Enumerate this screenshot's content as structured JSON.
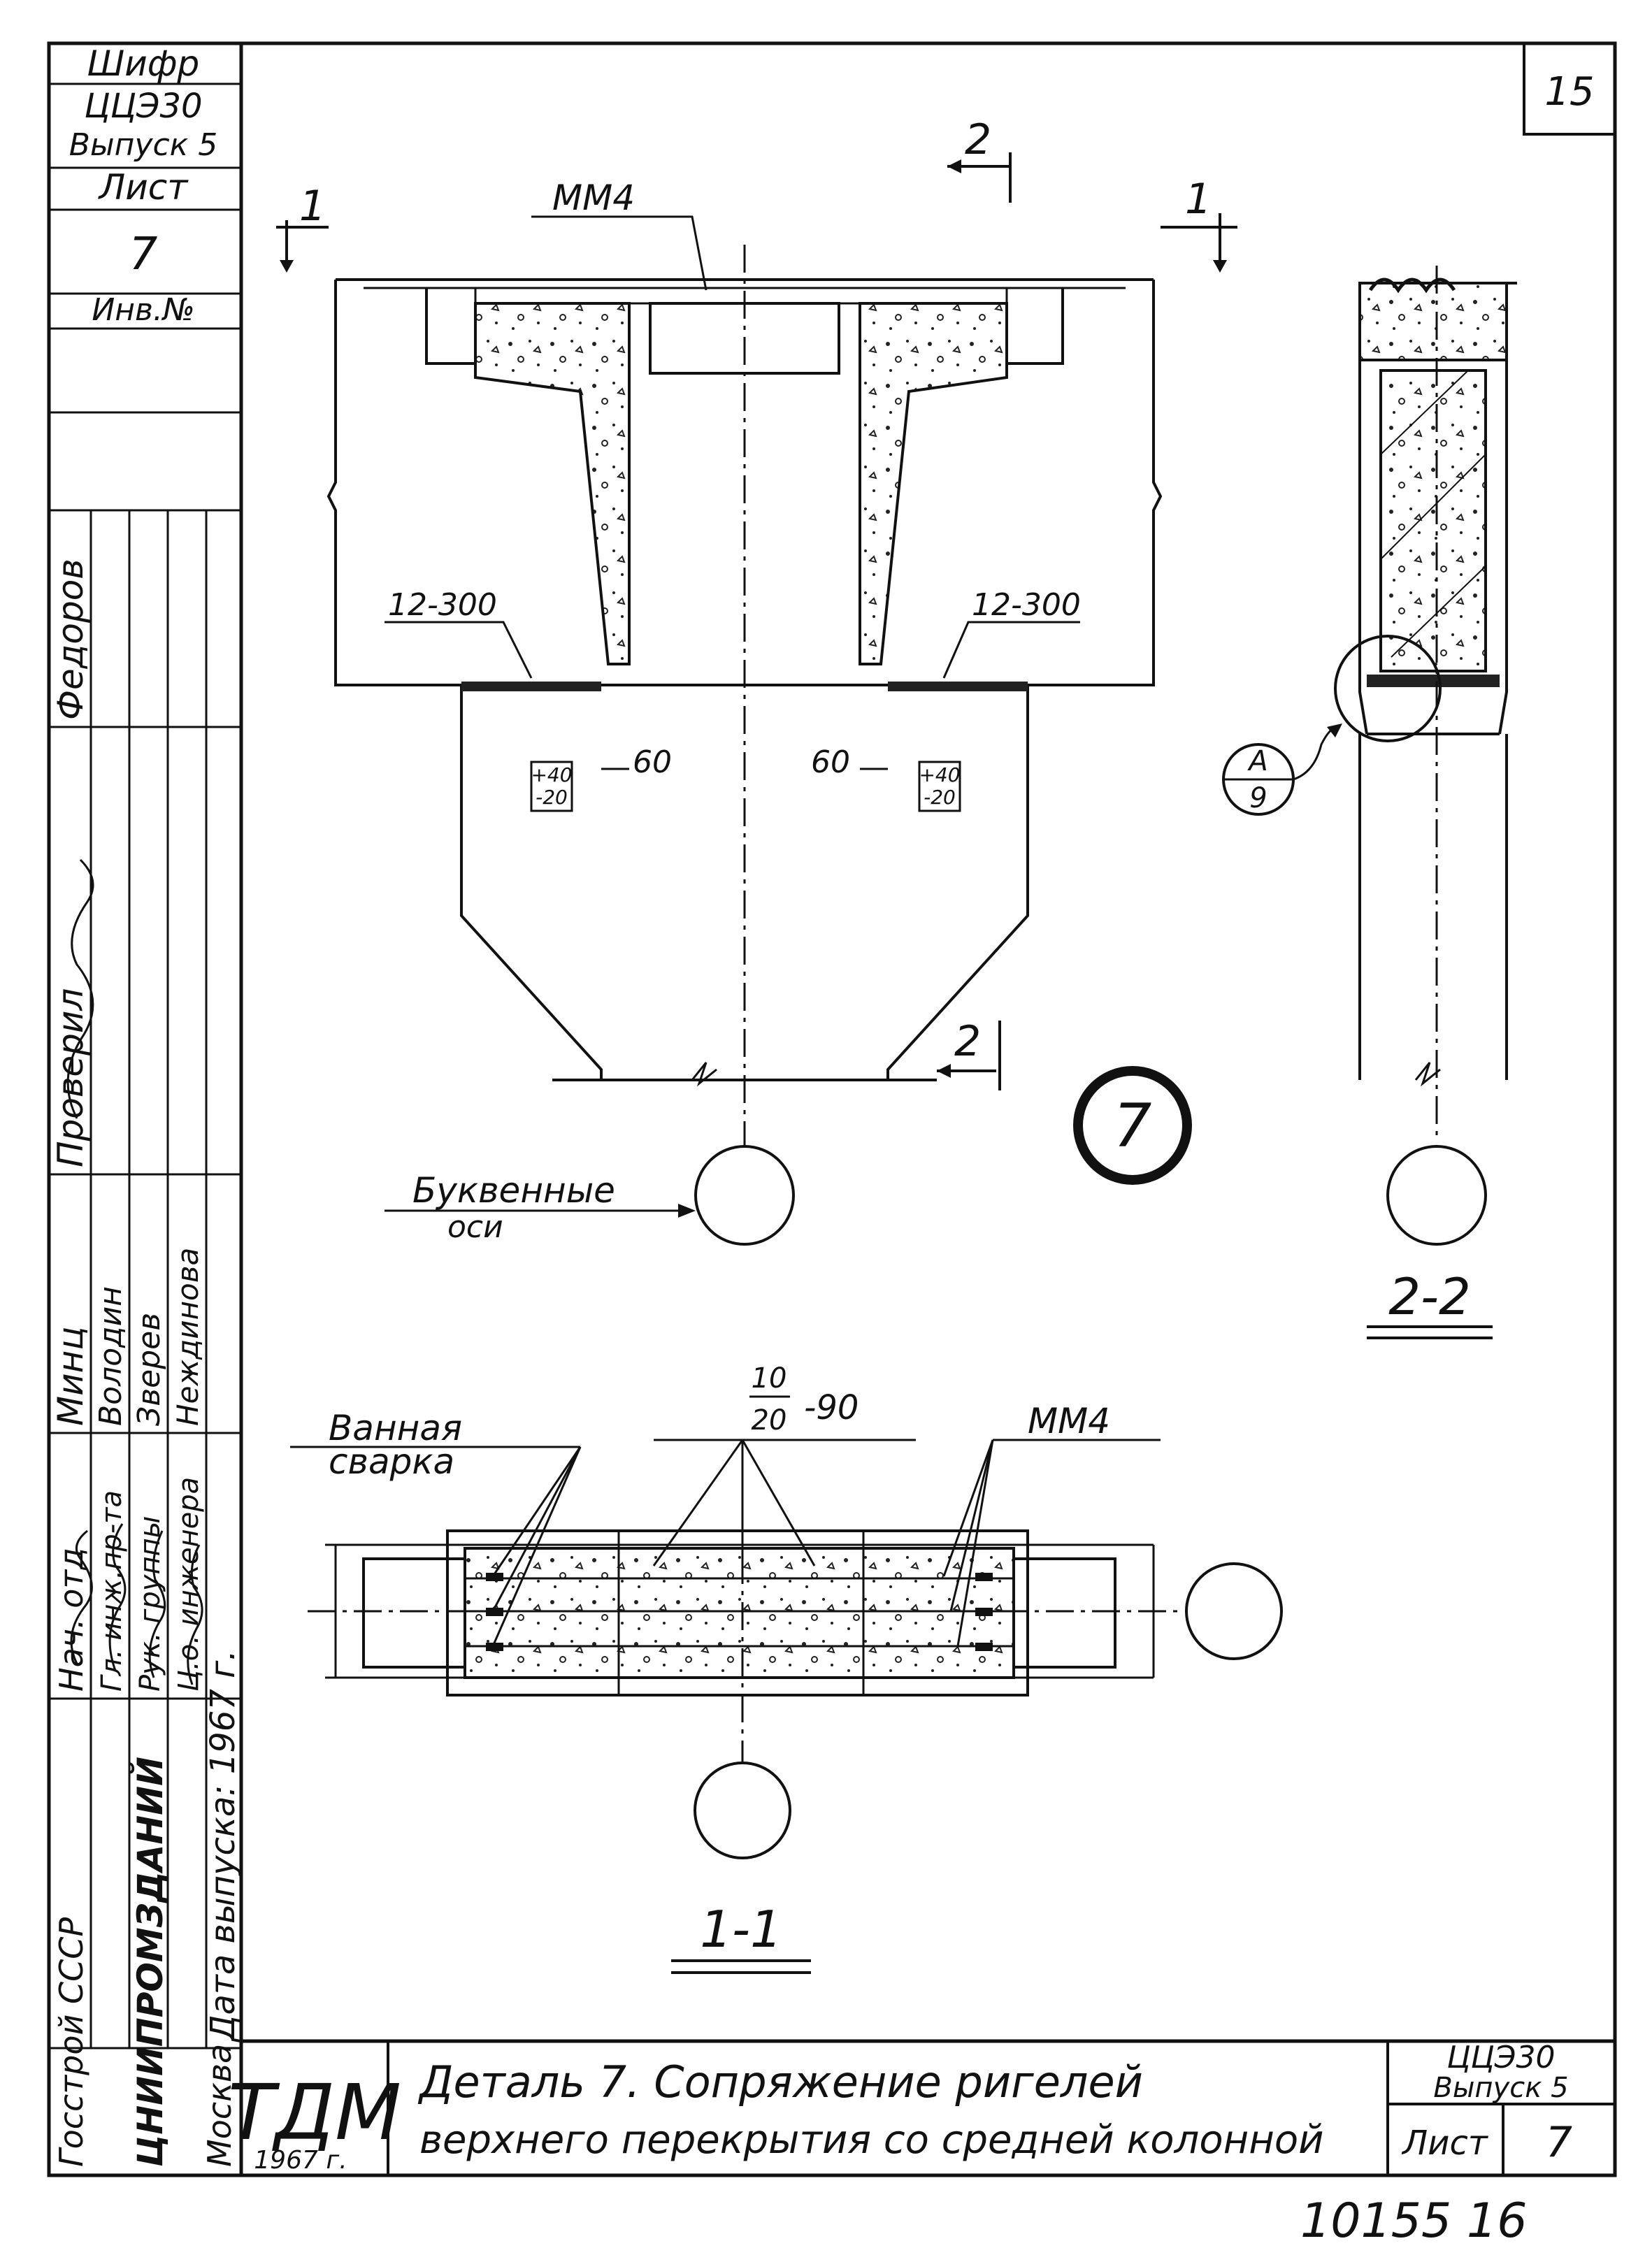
{
  "sheet_number_corner": "15",
  "stamp": {
    "cipher_label": "Шифр",
    "cipher_value": "ЦЦЭ30",
    "issue": "Выпуск 5",
    "sheet_label": "Лист",
    "sheet_value": "7",
    "inventory_label": "Инв.№"
  },
  "signatures": {
    "columns": [
      {
        "role": "Нач. отд",
        "surname": "Минц"
      },
      {
        "role": "Гл. инж.пр-та",
        "surname": "Володин"
      },
      {
        "role": "Рук. группы",
        "surname": "Зверев"
      },
      {
        "role": "Ц.о. инженера",
        "surname": "Неждинова"
      }
    ],
    "checked_label": "Проверил",
    "checked_name": "Федоров",
    "release_date": "Дата выпуска: 1967 г."
  },
  "organization": {
    "ministry": "Госстрой СССР",
    "institute": "ЦНИИПРОМЗДАНИЙ",
    "city": "Москва"
  },
  "title_block": {
    "logo": "ТДМ",
    "logo_year": "1967 г.",
    "title_line1": "Деталь 7.  Сопряжение  ригелей",
    "title_line2": "верхнего  перекрытия со средней колонной",
    "cipher": "ЦЦЭ30",
    "issue": "Выпуск 5",
    "sheet_label": "Лист",
    "sheet_value": "7"
  },
  "drawing": {
    "embedded_part": "ММ4",
    "weld_label_left": "12-300",
    "weld_label_right": "12-300",
    "dim_60_left": "60",
    "dim_60_right": "60",
    "tolerance_plus": "+40",
    "tolerance_minus": "-20",
    "section_1": "1",
    "section_2": "2",
    "detail_number": "7",
    "axis_label_line1": "Буквенные",
    "axis_label_line2": "оси",
    "callout_letter": "А",
    "callout_sheet": "9",
    "section_2_title": "2-2",
    "section_1_title": "1-1",
    "bath_weld_line1": "Ванная",
    "bath_weld_line2": "сварка",
    "bar_fraction_top": "10",
    "bar_fraction_bottom": "20",
    "bar_spacing": "-90",
    "embedded_part_plan": "ММ4"
  },
  "archive_number": "10155 16"
}
